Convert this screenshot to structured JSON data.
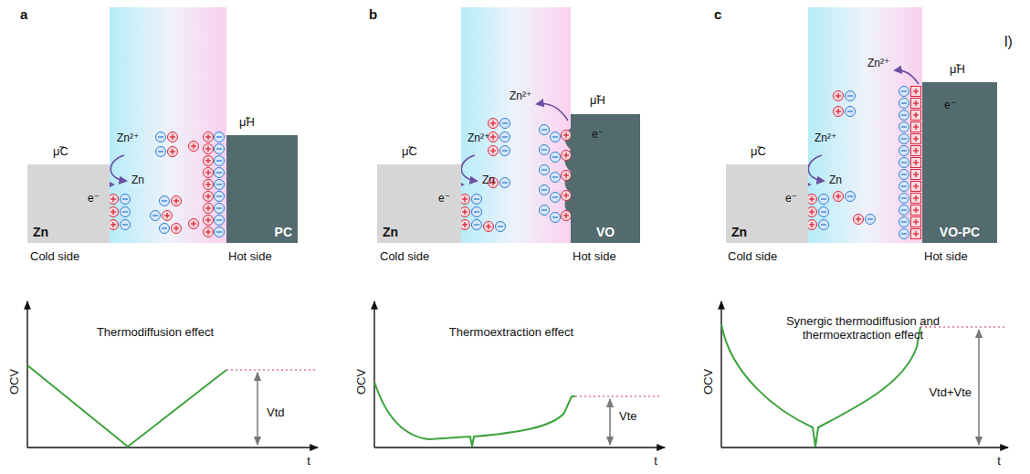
{
  "diagram": {
    "nodes": [
      {
        "text": [
          "Zn"
        ]
      },
      {
        "text": [
          "PC"
        ]
      },
      {
        "text": [
          "Zn"
        ]
      },
      {
        "text": [
          "VO"
        ]
      },
      {
        "text": [
          "Zn"
        ]
      },
      {
        "text": [
          "VO-PC"
        ]
      }
    ],
    "labels": [
      "a",
      "μ̃C",
      "Zn²⁺",
      "Zn",
      "e⁻",
      "μ̃H",
      "Cold side",
      "Hot side",
      "Thermodiffusion effect",
      "OCV",
      "t",
      "Vtd",
      "b",
      "μ̃C",
      "Zn²⁺",
      "Zn",
      "e⁻",
      "Zn²⁺",
      "e⁻",
      "μ̃H",
      "Cold side",
      "Hot side",
      "Thermoextraction effect",
      "OCV",
      "t",
      "Vte",
      "c",
      "l)",
      "μ̃C",
      "Zn²⁺",
      "Zn",
      "e⁻",
      "Zn²⁺",
      "μ̃H",
      "e⁻",
      "Cold side",
      "Hot side",
      "Synergic thermodiffusion and thermoextraction effect",
      "OCV",
      "t",
      "Vtd+Vte"
    ]
  }
}
